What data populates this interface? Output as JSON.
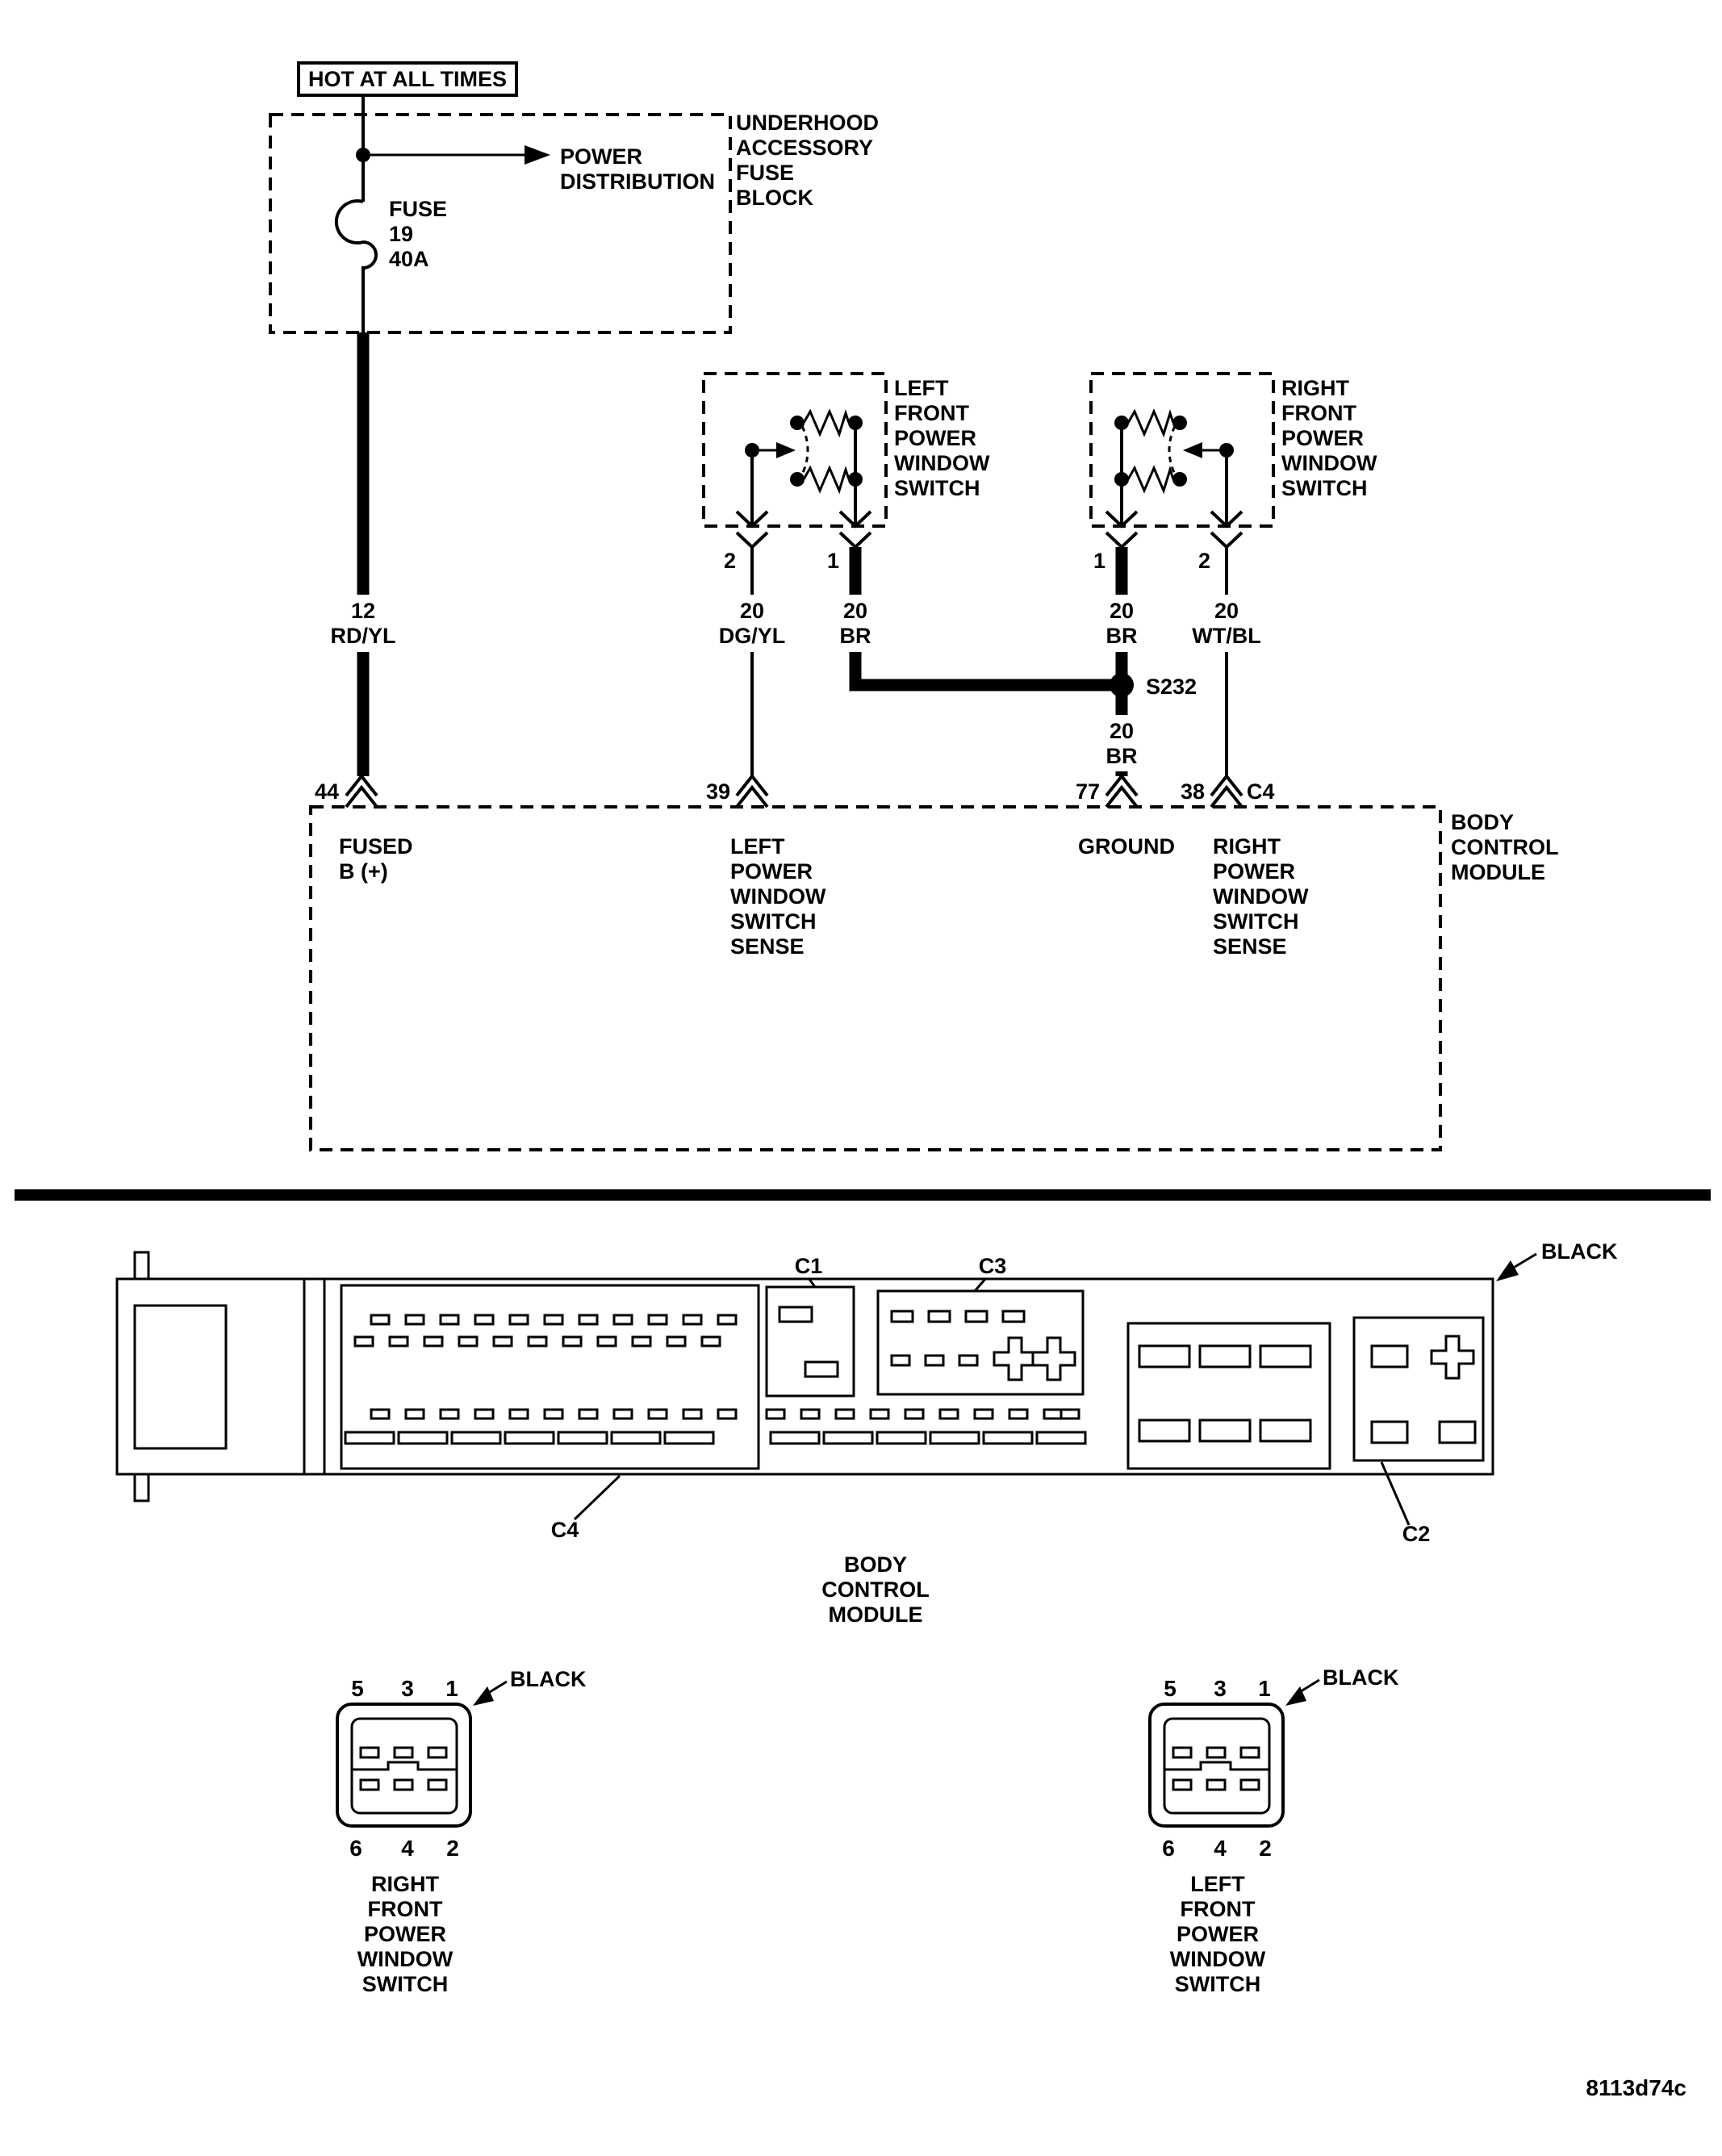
{
  "page": {
    "bg": "#ffffff",
    "ink": "#000000",
    "code": "8113d74c"
  },
  "schematic": {
    "hot_label": "HOT AT ALL TIMES",
    "power_distribution": [
      "POWER",
      "DISTRIBUTION"
    ],
    "fuse_block": [
      "UNDERHOOD",
      "ACCESSORY",
      "FUSE",
      "BLOCK"
    ],
    "fuse": [
      "FUSE",
      "19",
      "40A"
    ],
    "feed_wire": [
      "12",
      "RD/YL"
    ],
    "left_switch": [
      "LEFT",
      "FRONT",
      "POWER",
      "WINDOW",
      "SWITCH"
    ],
    "right_switch": [
      "RIGHT",
      "FRONT",
      "POWER",
      "WINDOW",
      "SWITCH"
    ],
    "pins": {
      "ls2": "2",
      "ls1": "1",
      "rs1": "1",
      "rs2": "2",
      "bcm44": "44",
      "bcm39": "39",
      "bcm77": "77",
      "bcm38": "38",
      "bcm38conn": "C4"
    },
    "wires": {
      "dgyl": [
        "20",
        "DG/YL"
      ],
      "br_l": [
        "20",
        "BR"
      ],
      "br_r": [
        "20",
        "BR"
      ],
      "wtbl": [
        "20",
        "WT/BL"
      ],
      "br_g": [
        "20",
        "BR"
      ]
    },
    "splice": "S232",
    "bcm": {
      "fused_b": [
        "FUSED",
        "B (+)"
      ],
      "left_sense": [
        "LEFT",
        "POWER",
        "WINDOW",
        "SWITCH",
        "SENSE"
      ],
      "ground": "GROUND",
      "right_sense": [
        "RIGHT",
        "POWER",
        "WINDOW",
        "SWITCH",
        "SENSE"
      ],
      "name": [
        "BODY",
        "CONTROL",
        "MODULE"
      ]
    }
  },
  "connector_view": {
    "bcm_caption": [
      "BODY",
      "CONTROL",
      "MODULE"
    ],
    "labels": {
      "c1": "C1",
      "c2": "C2",
      "c3": "C3",
      "c4": "C4",
      "black": "BLACK"
    },
    "right_switch_conn": {
      "color": "BLACK",
      "top": [
        "5",
        "3",
        "1"
      ],
      "bottom": [
        "6",
        "4",
        "2"
      ],
      "caption": [
        "RIGHT",
        "FRONT",
        "POWER",
        "WINDOW",
        "SWITCH"
      ]
    },
    "left_switch_conn": {
      "color": "BLACK",
      "top": [
        "5",
        "3",
        "1"
      ],
      "bottom": [
        "6",
        "4",
        "2"
      ],
      "caption": [
        "LEFT",
        "FRONT",
        "POWER",
        "WINDOW",
        "SWITCH"
      ]
    }
  }
}
